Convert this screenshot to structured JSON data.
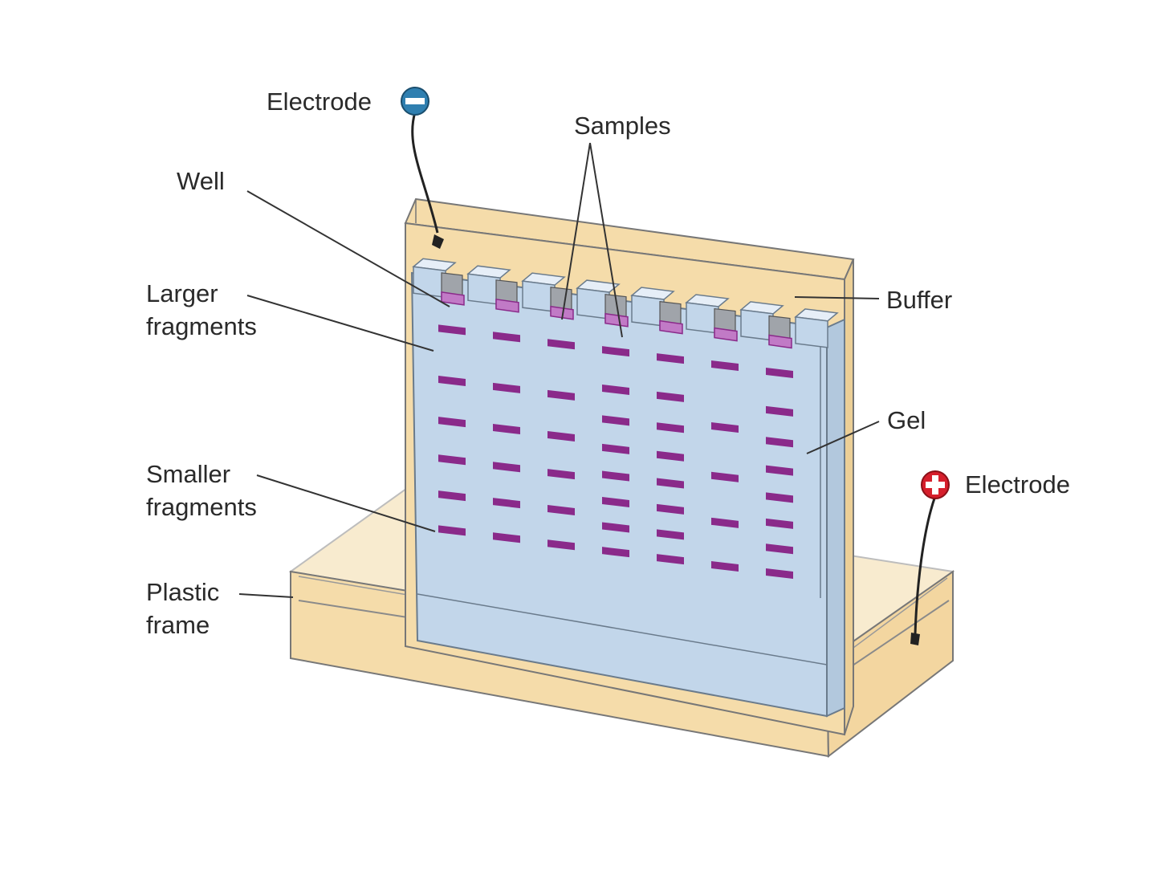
{
  "labels": {
    "electrode_neg": "Electrode",
    "samples": "Samples",
    "well": "Well",
    "larger_1": "Larger",
    "larger_2": "fragments",
    "buffer": "Buffer",
    "gel": "Gel",
    "electrode_pos": "Electrode",
    "smaller_1": "Smaller",
    "smaller_2": "fragments",
    "plastic_1": "Plastic",
    "plastic_2": "frame"
  },
  "colors": {
    "buffer": "#f5dcaa",
    "gel": "#c2d6ea",
    "band": "#8a2a8a",
    "sample": "#c17ac6",
    "well_shadow": "#a0a4aa",
    "negative_terminal": "#2f7fb0",
    "positive_terminal": "#d61f2c"
  },
  "icons": {
    "negative_terminal": "minus-terminal-icon",
    "positive_terminal": "plus-terminal-icon"
  },
  "lanes": [
    {
      "bands": 6
    },
    {
      "bands": 6
    },
    {
      "bands": 6
    },
    {
      "bands": 8
    },
    {
      "bands": 8
    },
    {
      "bands": 5
    },
    {
      "bands": 8
    }
  ]
}
